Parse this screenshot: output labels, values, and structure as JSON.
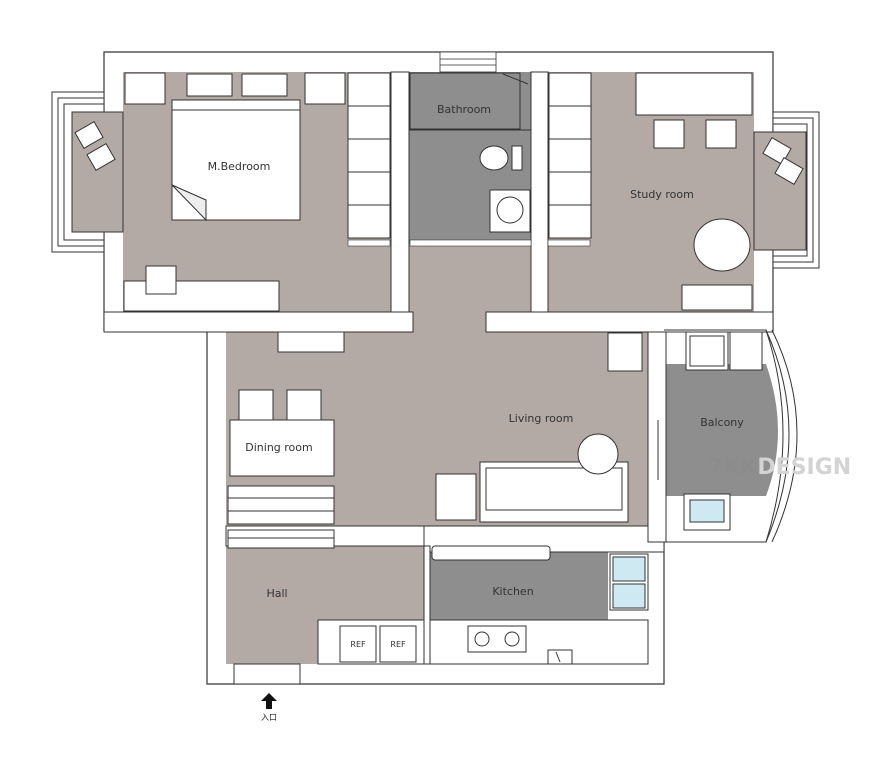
{
  "rooms": {
    "master_bedroom": "M.Bedroom",
    "bathroom": "Bathroom",
    "study_room": "Study room",
    "living_room": "Living room",
    "dining_room": "Dining room",
    "balcony": "Balcony",
    "hall": "Hall",
    "kitchen": "Kitchen"
  },
  "appliances": {
    "fridge_1": "REF",
    "fridge_2": "REF"
  },
  "entrance": {
    "label": "入口",
    "icon": "arrow-up-icon"
  },
  "brand": {
    "part1": "7KK",
    "part2": "DESIGN"
  },
  "colors": {
    "floor": "#b3aaa5",
    "bath_floor": "#8e8e8e",
    "kitchen_floor": "#8e8e8e",
    "wall": "#ffffff",
    "line": "#333333"
  }
}
